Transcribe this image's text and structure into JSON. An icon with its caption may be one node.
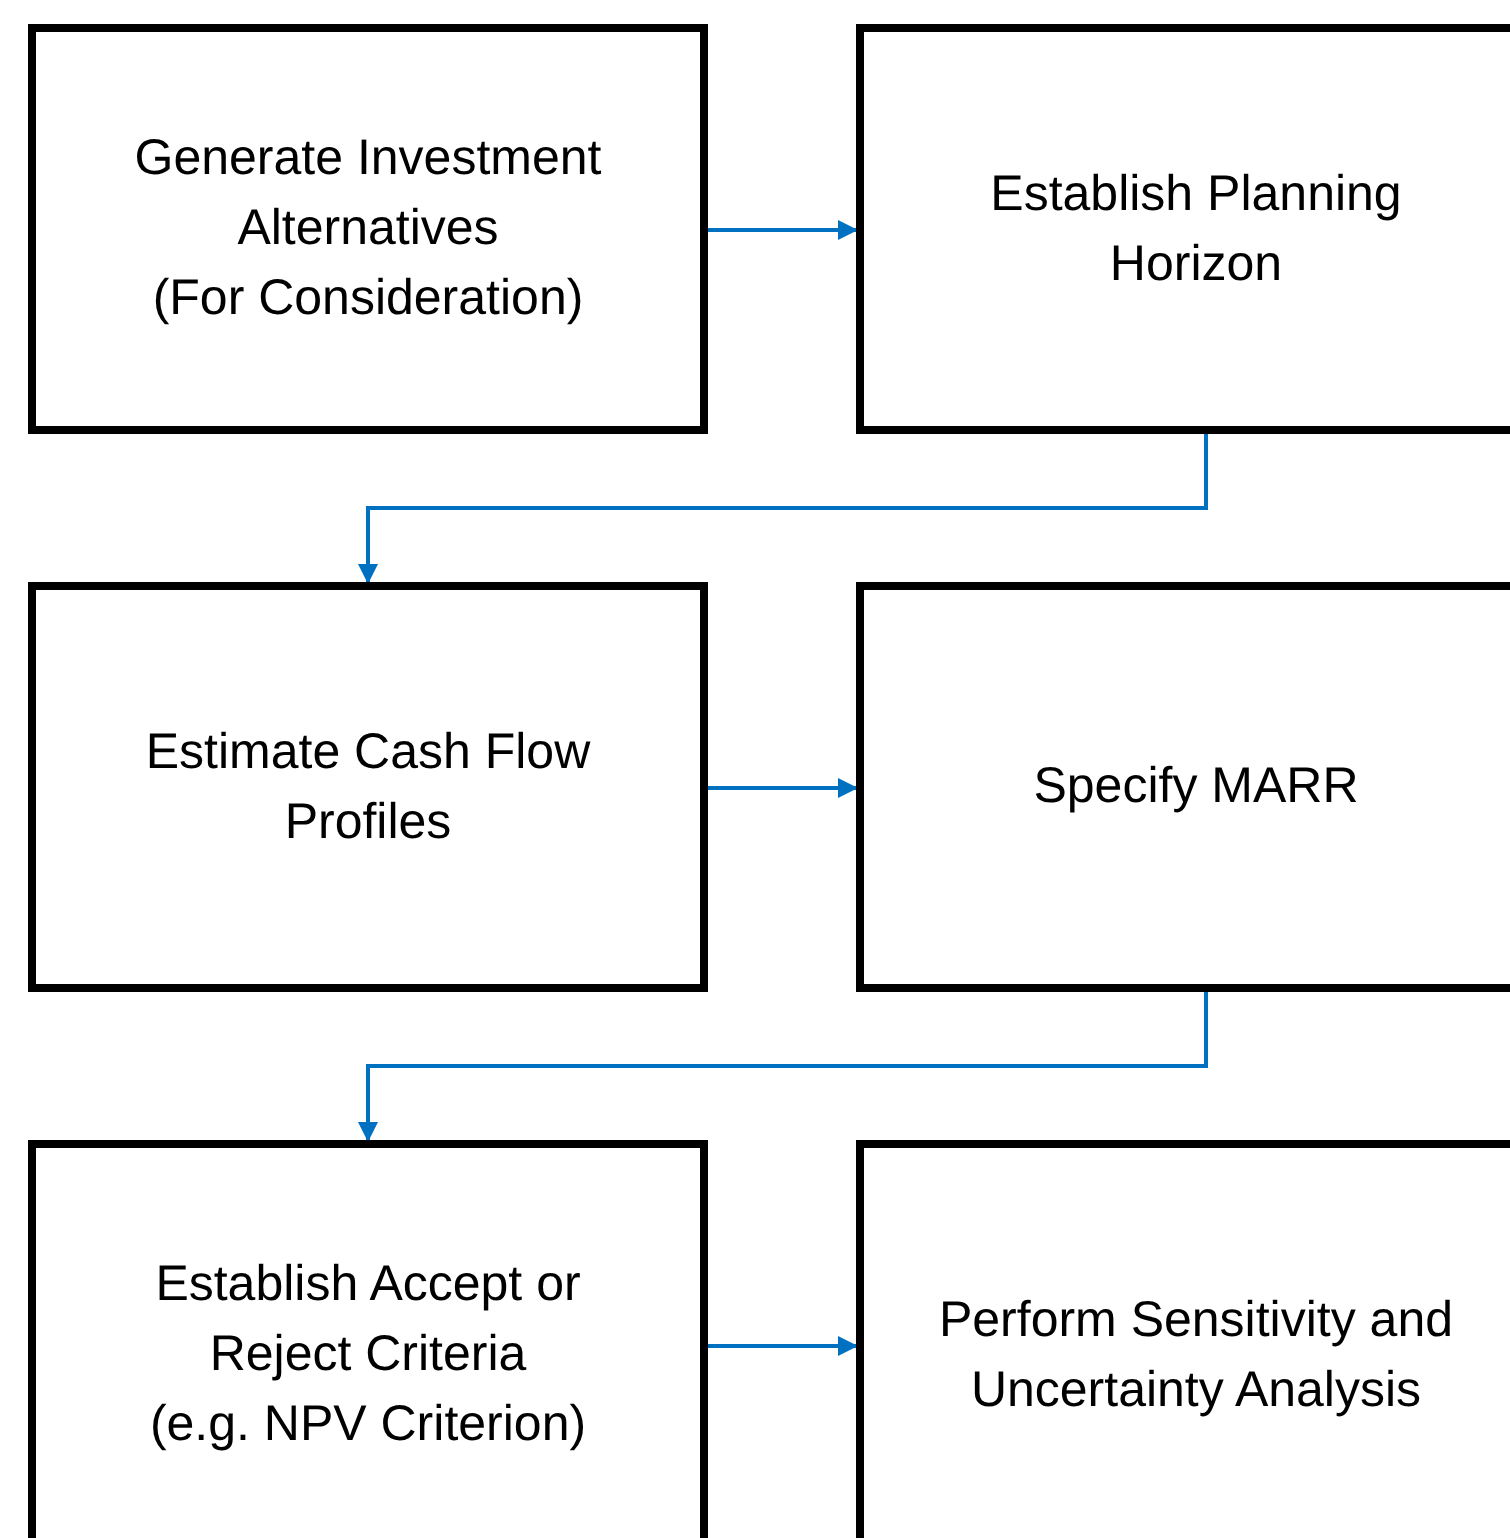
{
  "diagram": {
    "nodes": [
      {
        "text": [
          "Generate Investment Alternatives",
          "(For Consideration)"
        ]
      },
      {
        "text": [
          "Establish Planning Horizon"
        ]
      },
      {
        "text": [
          "Estimate Cash Flow Profiles"
        ]
      },
      {
        "text": [
          "Specify MARR"
        ]
      },
      {
        "text": [
          "Establish Accept or Reject Criteria",
          "(e.g. NPV Criterion)"
        ]
      },
      {
        "text": [
          "Perform Sensitivity and Uncertainty Analysis"
        ]
      }
    ],
    "edges": [
      {
        "from": 0,
        "to": 1,
        "arrow": "to"
      },
      {
        "from": 1,
        "to": 2,
        "arrow": "to"
      },
      {
        "from": 2,
        "to": 3,
        "arrow": "to"
      },
      {
        "from": 3,
        "to": 4,
        "arrow": "to"
      },
      {
        "from": 4,
        "to": 5,
        "arrow": "to"
      }
    ]
  }
}
